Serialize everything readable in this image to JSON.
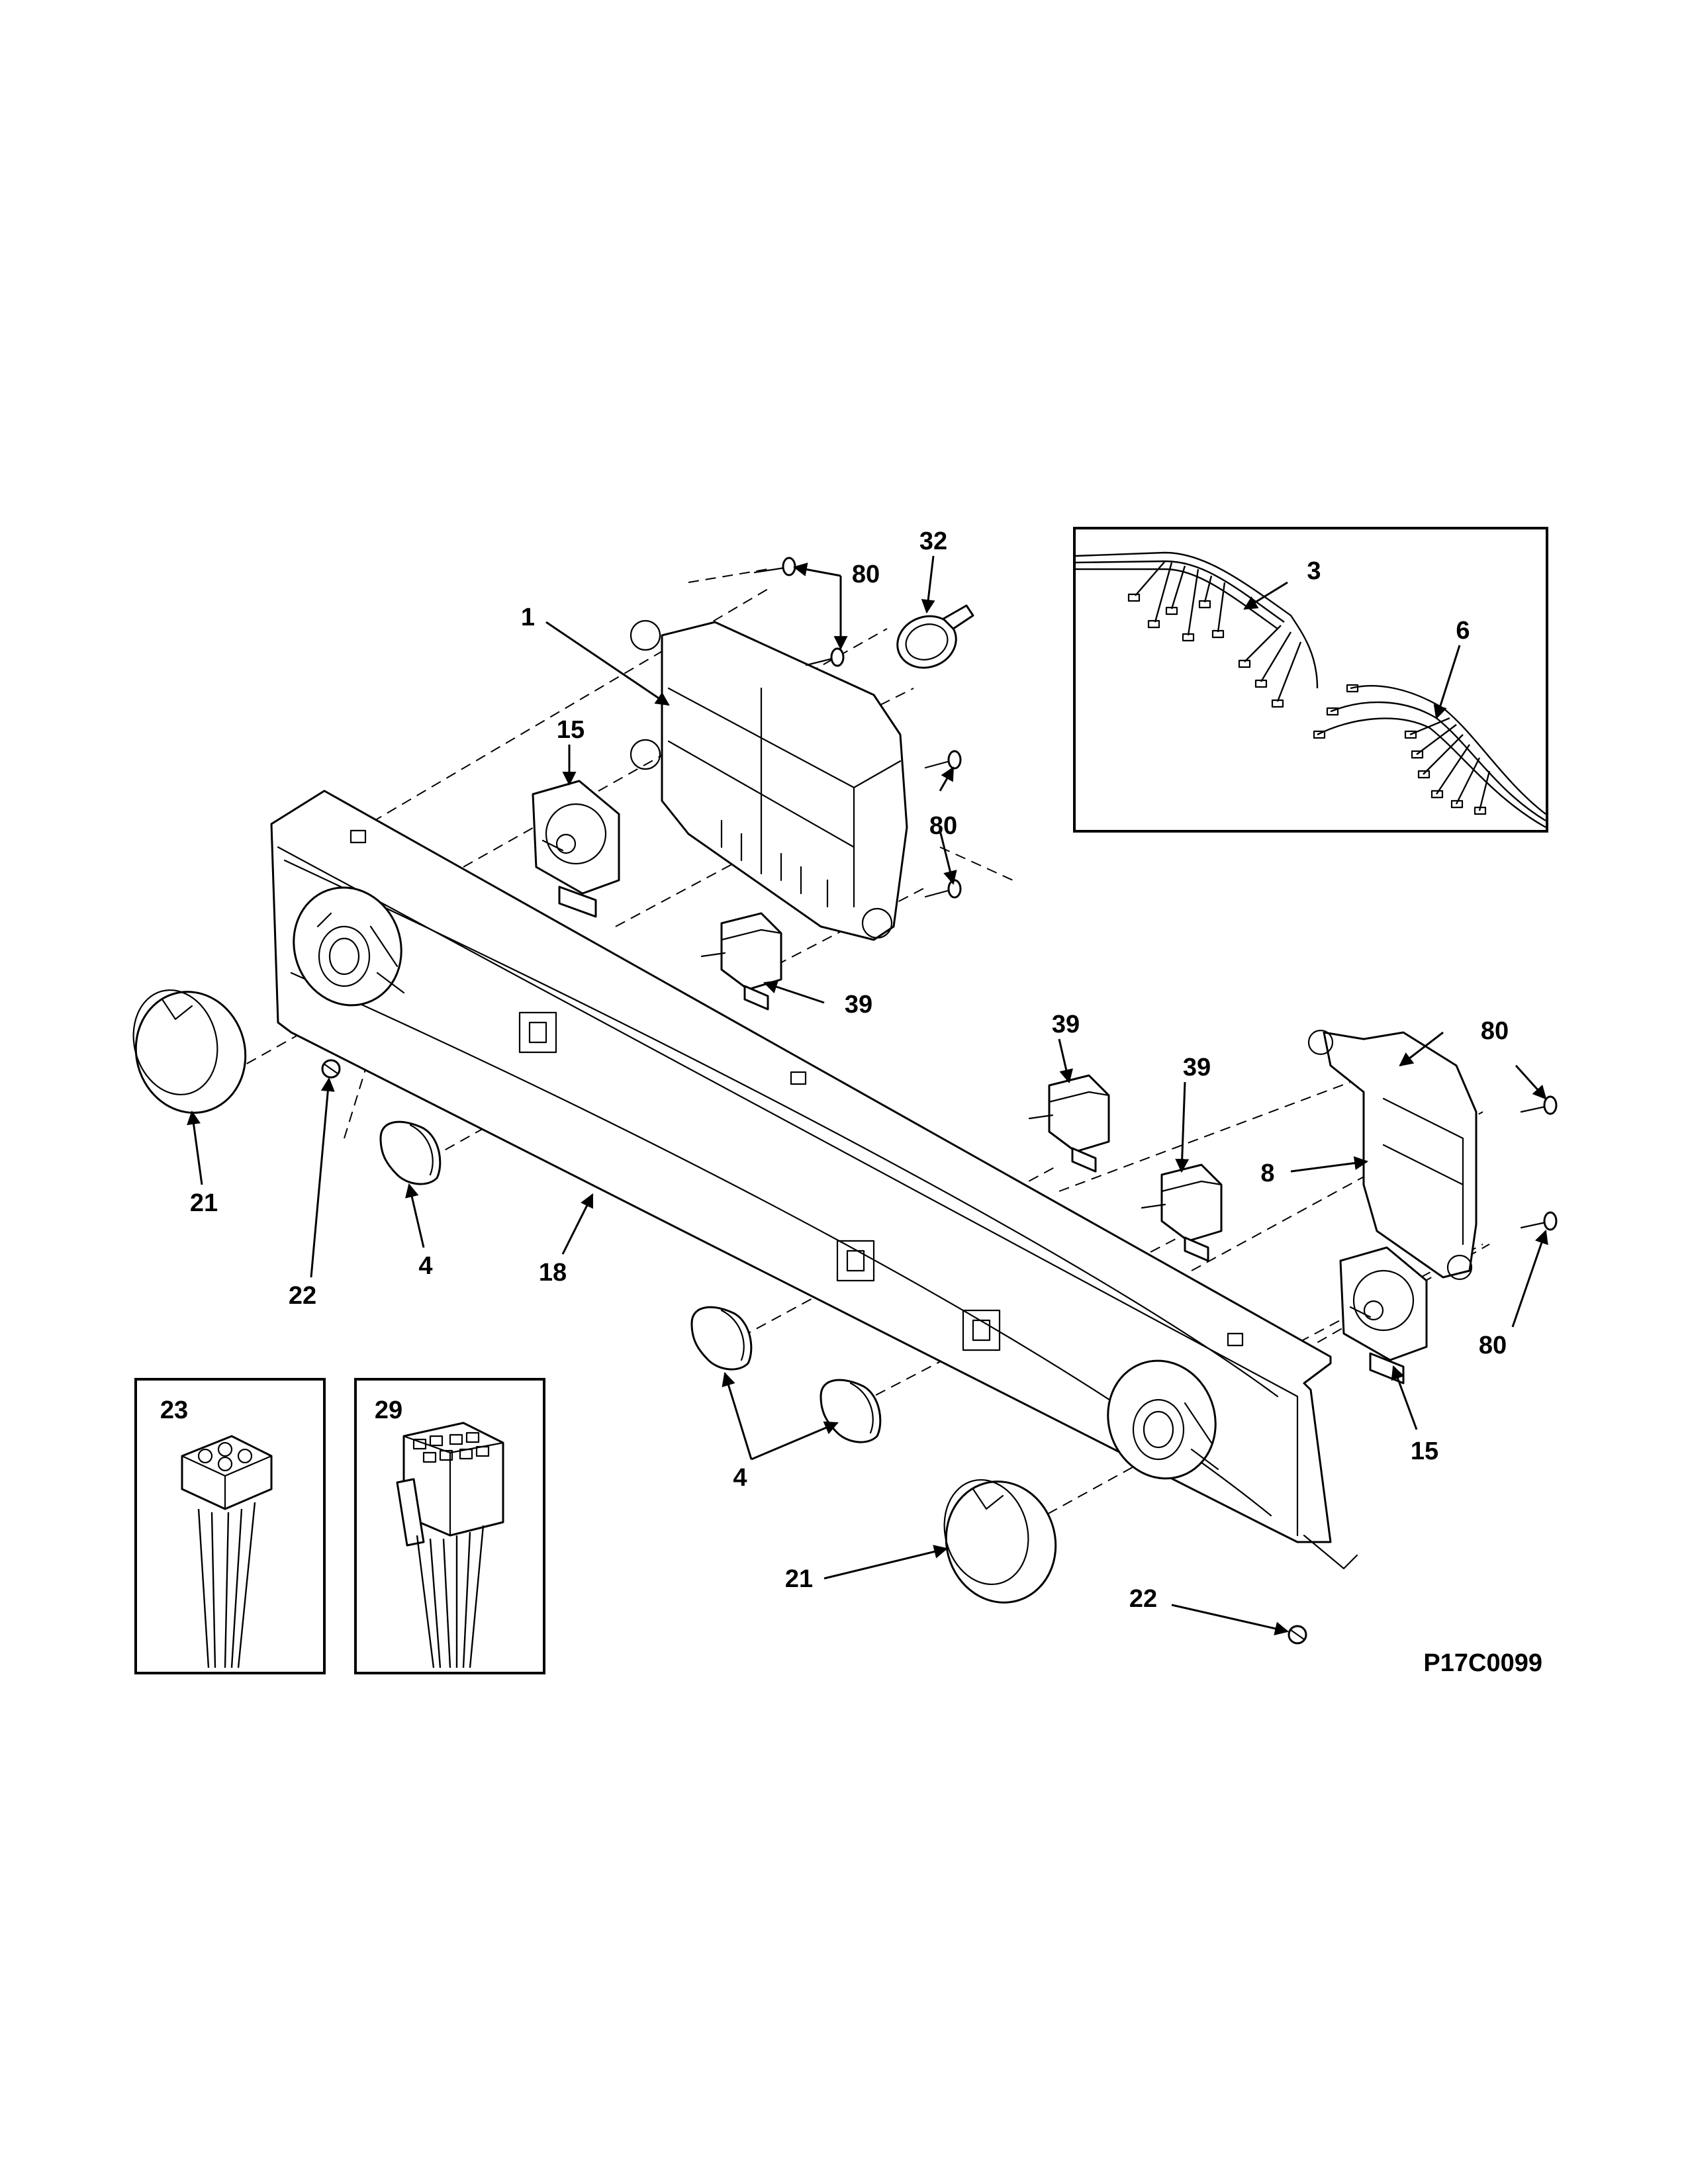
{
  "drawing_number": "P17C0099",
  "callouts": {
    "c1": "1",
    "c3": "3",
    "c4a": "4",
    "c4b": "4",
    "c6": "6",
    "c8": "8",
    "c15a": "15",
    "c15b": "15",
    "c18": "18",
    "c21a": "21",
    "c21b": "21",
    "c22a": "22",
    "c22b": "22",
    "c23": "23",
    "c29": "29",
    "c32": "32",
    "c39a": "39",
    "c39b": "39",
    "c39c": "39",
    "c80a": "80",
    "c80b": "80",
    "c80c": "80",
    "c80d": "80"
  }
}
